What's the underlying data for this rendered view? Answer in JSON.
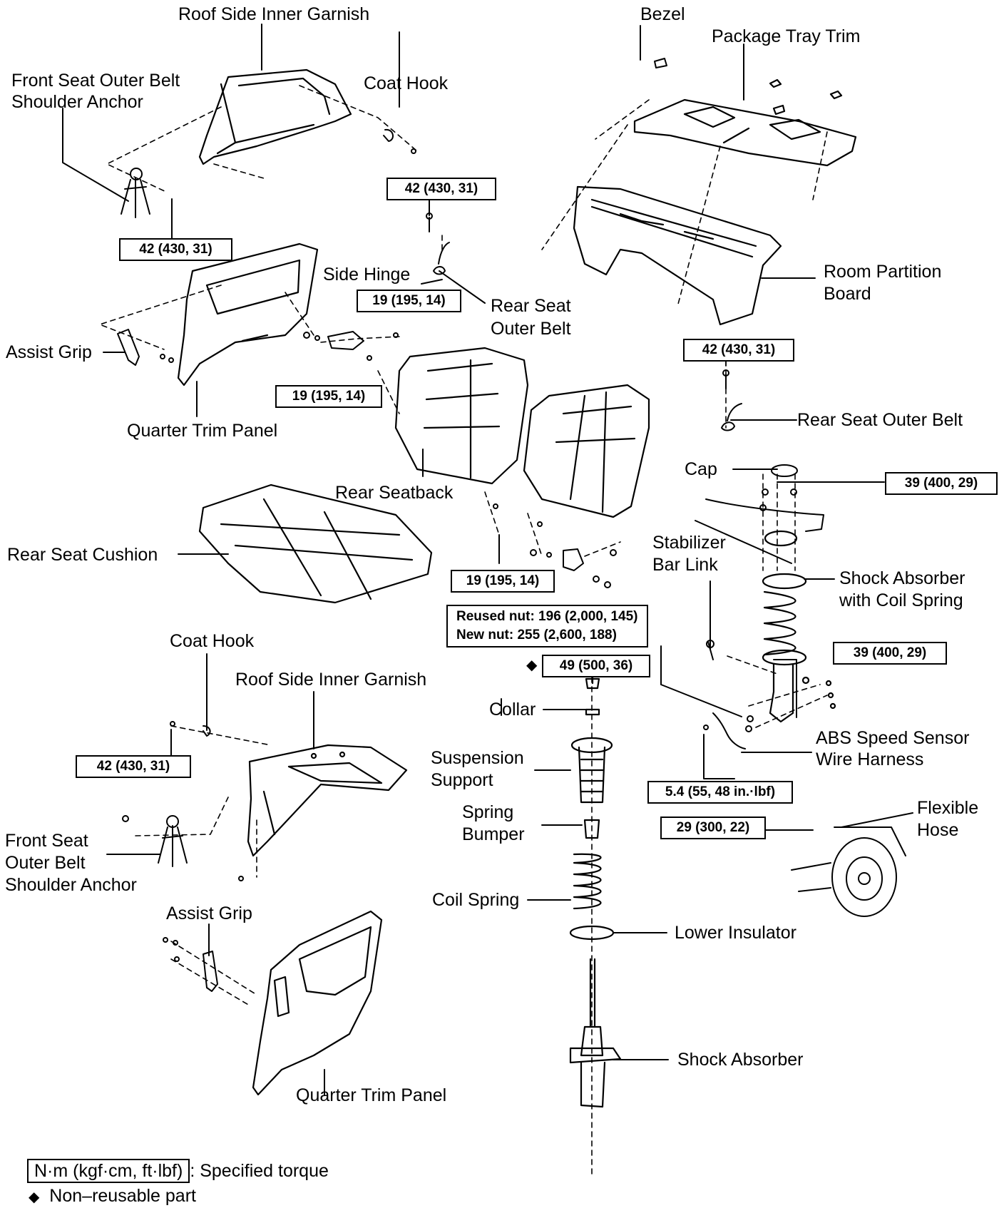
{
  "labels": {
    "roof_side_top": "Roof Side Inner Garnish",
    "front_belt_top_1": "Front Seat Outer Belt",
    "front_belt_top_2": "Shoulder Anchor",
    "coat_hook_top": "Coat Hook",
    "bezel": "Bezel",
    "package_tray": "Package Tray Trim",
    "side_hinge": "Side Hinge",
    "rear_belt_mid_1": "Rear Seat",
    "rear_belt_mid_2": "Outer Belt",
    "assist_grip_top": "Assist Grip",
    "quarter_trim_top": "Quarter Trim Panel",
    "room_partition_1": "Room Partition",
    "room_partition_2": "Board",
    "rear_belt_right": "Rear Seat Outer Belt",
    "rear_seatback": "Rear Seatback",
    "rear_cushion": "Rear Seat Cushion",
    "cap": "Cap",
    "stabilizer_1": "Stabilizer",
    "stabilizer_2": "Bar Link",
    "shock_coil_1": "Shock Absorber",
    "shock_coil_2": "with Coil Spring",
    "coat_hook_bottom": "Coat Hook",
    "roof_side_bottom": "Roof Side Inner Garnish",
    "collar": "Collar",
    "abs_1": "ABS Speed Sensor",
    "abs_2": "Wire Harness",
    "susp_support_1": "Suspension",
    "susp_support_2": "Support",
    "front_belt_bottom_1": "Front Seat",
    "front_belt_bottom_2": "Outer Belt",
    "front_belt_bottom_3": "Shoulder Anchor",
    "spring_bumper_1": "Spring",
    "spring_bumper_2": "Bumper",
    "flexible_hose_1": "Flexible",
    "flexible_hose_2": "Hose",
    "coil_spring": "Coil Spring",
    "assist_grip_bottom": "Assist Grip",
    "lower_insulator": "Lower Insulator",
    "shock_absorber": "Shock Absorber",
    "quarter_trim_bottom": "Quarter Trim Panel"
  },
  "torques": {
    "t_42_a": "42 (430, 31)",
    "t_42_b": "42 (430, 31)",
    "t_42_c": "42 (430, 31)",
    "t_42_d": "42 (430, 31)",
    "t_19_a": "19 (195, 14)",
    "t_19_b": "19 (195, 14)",
    "t_19_c": "19 (195, 14)",
    "t_39_a": "39 (400, 29)",
    "t_39_b": "39 (400, 29)",
    "t_nut_1": "Reused nut: 196 (2,000, 145)",
    "t_nut_2": "New nut: 255 (2,600, 188)",
    "t_49": "49 (500, 36)",
    "t_54": "5.4 (55, 48 in.·lbf)",
    "t_29": "29 (300, 22)"
  },
  "legend": {
    "torque_unit": "N·m (kgf·cm, ft·lbf)",
    "torque_desc": ": Specified torque",
    "nonreusable_symbol": "◆",
    "nonreusable_desc": "Non–reusable part"
  }
}
